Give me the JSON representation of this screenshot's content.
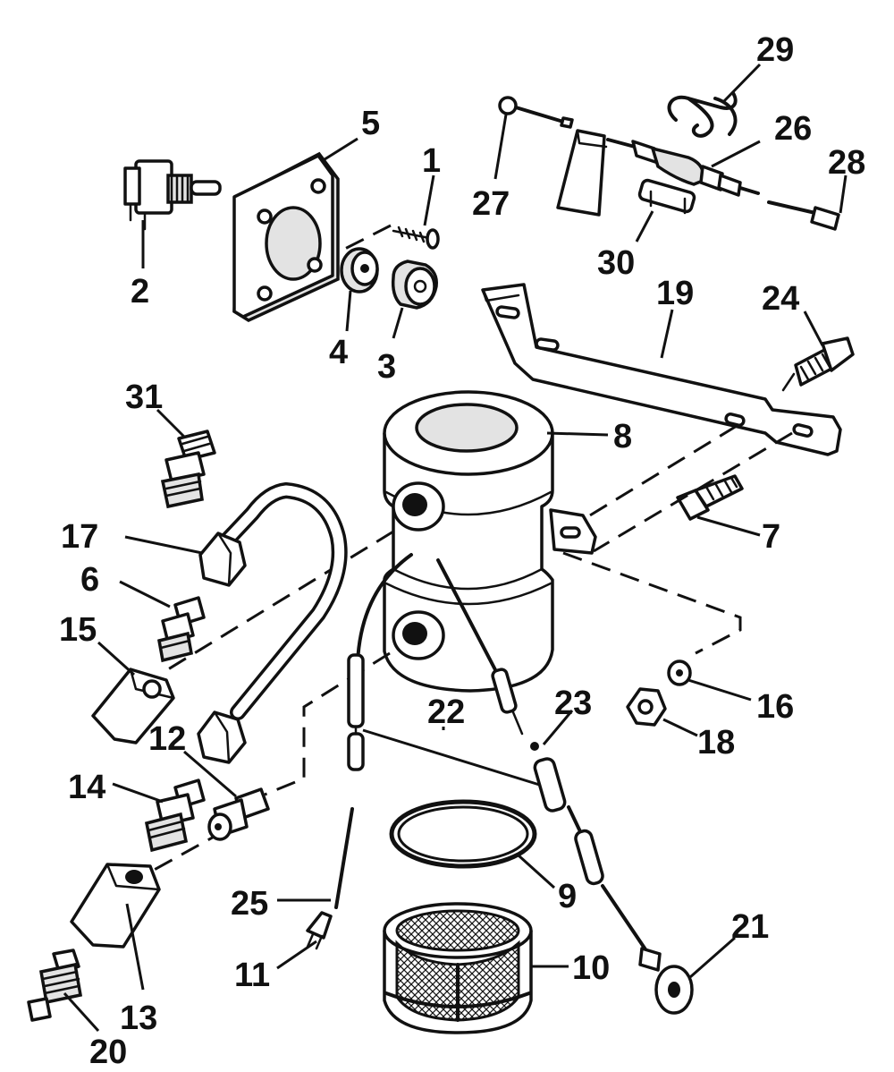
{
  "diagram": {
    "callouts": [
      {
        "id": "c1",
        "text": "1"
      },
      {
        "id": "c2",
        "text": "2"
      },
      {
        "id": "c3",
        "text": "3"
      },
      {
        "id": "c4",
        "text": "4"
      },
      {
        "id": "c5",
        "text": "5"
      },
      {
        "id": "c6",
        "text": "6"
      },
      {
        "id": "c7",
        "text": "7"
      },
      {
        "id": "c8",
        "text": "8"
      },
      {
        "id": "c9",
        "text": "9"
      },
      {
        "id": "c10",
        "text": "10"
      },
      {
        "id": "c11",
        "text": "11"
      },
      {
        "id": "c12",
        "text": "12"
      },
      {
        "id": "c13",
        "text": "13"
      },
      {
        "id": "c14",
        "text": "14"
      },
      {
        "id": "c15",
        "text": "15"
      },
      {
        "id": "c16",
        "text": "16"
      },
      {
        "id": "c17",
        "text": "17"
      },
      {
        "id": "c18",
        "text": "18"
      },
      {
        "id": "c19",
        "text": "19"
      },
      {
        "id": "c20",
        "text": "20"
      },
      {
        "id": "c21",
        "text": "21"
      },
      {
        "id": "c22",
        "text": "22"
      },
      {
        "id": "c23",
        "text": "23"
      },
      {
        "id": "c24",
        "text": "24"
      },
      {
        "id": "c25",
        "text": "25"
      },
      {
        "id": "c26",
        "text": "26"
      },
      {
        "id": "c27",
        "text": "27"
      },
      {
        "id": "c28",
        "text": "28"
      },
      {
        "id": "c29",
        "text": "29"
      },
      {
        "id": "c30",
        "text": "30"
      },
      {
        "id": "c31",
        "text": "31"
      }
    ]
  }
}
